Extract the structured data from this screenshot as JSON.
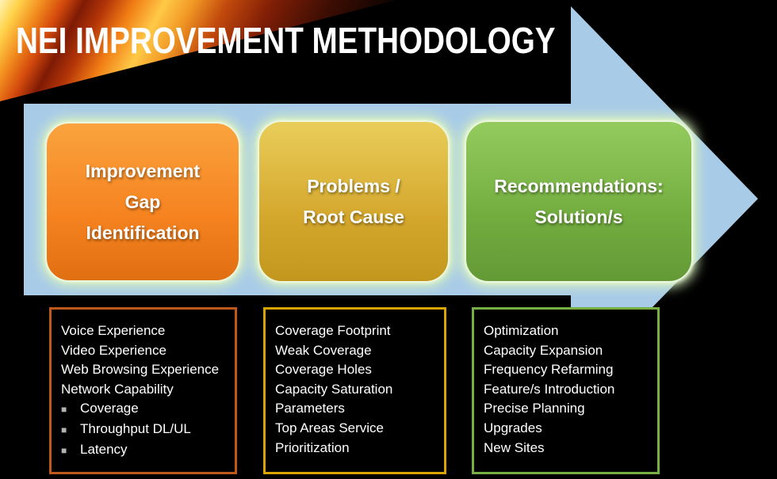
{
  "title": "NEI IMPROVEMENT METHODOLOGY",
  "stages": [
    {
      "lines": [
        "Improvement",
        "Gap",
        "Identification"
      ]
    },
    {
      "lines": [
        "Problems /",
        "Root Cause"
      ]
    },
    {
      "lines": [
        "Recommendations:",
        "Solution/s"
      ]
    }
  ],
  "detail_lists": [
    {
      "items": [
        {
          "text": "Voice Experience"
        },
        {
          "text": "Video Experience"
        },
        {
          "text": "Web Browsing Experience"
        },
        {
          "text": "Network Capability"
        },
        {
          "text": "Coverage",
          "bullet": "■"
        },
        {
          "text": "Throughput DL/UL",
          "bullet": "■"
        },
        {
          "text": "Latency",
          "bullet": "■"
        }
      ]
    },
    {
      "items": [
        {
          "text": "Coverage Footprint"
        },
        {
          "text": "Weak Coverage"
        },
        {
          "text": "Coverage Holes"
        },
        {
          "text": "Capacity Saturation"
        },
        {
          "text": "Parameters"
        },
        {
          "text": "Top Areas Service"
        },
        {
          "text": "Prioritization"
        }
      ]
    },
    {
      "items": [
        {
          "text": "Optimization"
        },
        {
          "text": "Capacity Expansion"
        },
        {
          "text": "Frequency Refarming"
        },
        {
          "text": "Feature/s Introduction"
        },
        {
          "text": "Precise Planning"
        },
        {
          "text": "Upgrades"
        },
        {
          "text": "New Sites"
        }
      ]
    }
  ],
  "colors": {
    "background": "#000000",
    "arrow_blue": "#A8CBE8",
    "stage_orange": "#F5821F",
    "stage_orange_light": "#FAA33E",
    "stage_gold": "#D4A72C",
    "stage_gold_light": "#E9CD5A",
    "stage_green": "#72AC3F",
    "stage_green_light": "#94CB5E",
    "border_orange": "#C0571B",
    "border_gold": "#D9A400",
    "border_green": "#76B043",
    "glow_green": "#D8F2BC",
    "bullet_gray": "#B3B3B3",
    "text_white": "#FFFFFF"
  }
}
